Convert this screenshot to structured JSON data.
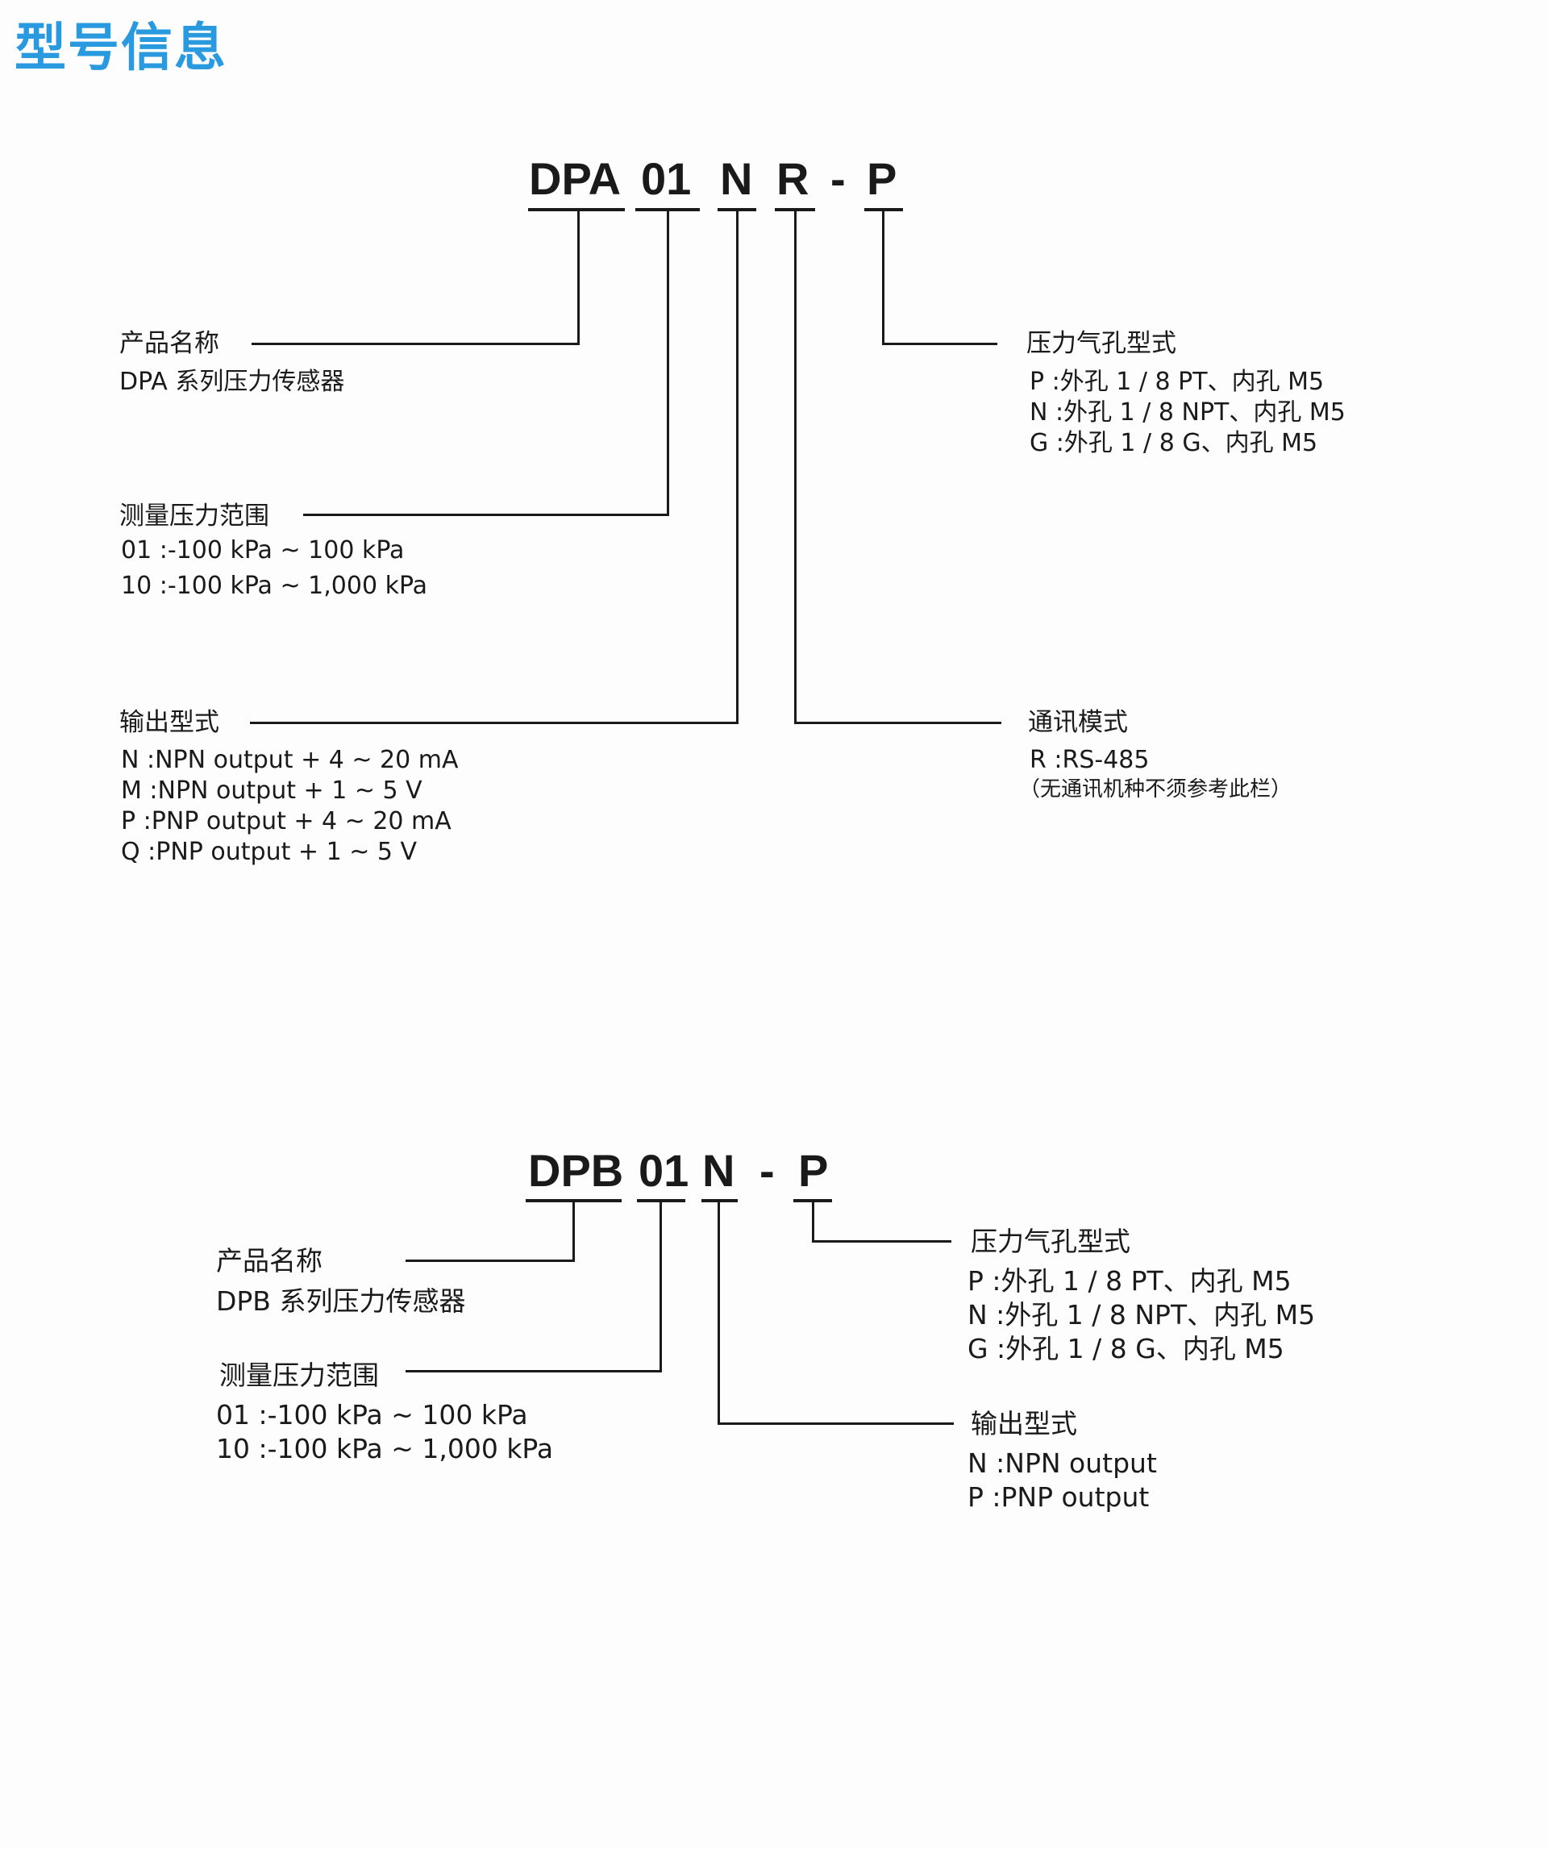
{
  "title": "型号信息",
  "colors": {
    "title": "#2a9ae0",
    "text": "#1a1a1a"
  },
  "dpa": {
    "code": {
      "part1": "DPA",
      "part2": "01",
      "part3": "N",
      "part4": "R",
      "dash": "-",
      "part5": "P"
    },
    "name": {
      "heading": "产品名称",
      "value": "DPA 系列压力传感器"
    },
    "range": {
      "heading": "测量压力范围",
      "items": [
        "01 :-100 kPa ~ 100 kPa",
        "10 :-100 kPa ~ 1,000 kPa"
      ]
    },
    "output": {
      "heading": "输出型式",
      "items": [
        "N  :NPN output + 4 ~ 20 mA",
        "M  :NPN output + 1 ~ 5 V",
        "P  :PNP output + 4 ~ 20 mA",
        "Q  :PNP output + 1 ~ 5 V"
      ]
    },
    "port": {
      "heading": "压力气孔型式",
      "items": [
        "P  :外孔 1 / 8 PT、内孔 M5",
        "N  :外孔 1 / 8 NPT、内孔 M5",
        "G  :外孔 1 / 8 G、内孔 M5"
      ]
    },
    "comm": {
      "heading": "通讯模式",
      "items": [
        "R  :RS-485"
      ],
      "note": "（无通讯机种不须参考此栏）"
    }
  },
  "dpb": {
    "code": {
      "part1": "DPB",
      "part2": "01",
      "part3": "N",
      "dash": "-",
      "part4": "P"
    },
    "name": {
      "heading": "产品名称",
      "value": "DPB 系列压力传感器"
    },
    "range": {
      "heading": "测量压力范围",
      "items": [
        "01  :-100 kPa ~ 100 kPa",
        "10  :-100 kPa ~ 1,000 kPa"
      ]
    },
    "port": {
      "heading": "压力气孔型式",
      "items": [
        "P  :外孔 1 / 8 PT、内孔 M5",
        "N  :外孔 1 / 8 NPT、内孔 M5",
        "G  :外孔 1 / 8 G、内孔 M5"
      ]
    },
    "output": {
      "heading": "输出型式",
      "items": [
        "N  :NPN output",
        "P  :PNP output"
      ]
    }
  }
}
